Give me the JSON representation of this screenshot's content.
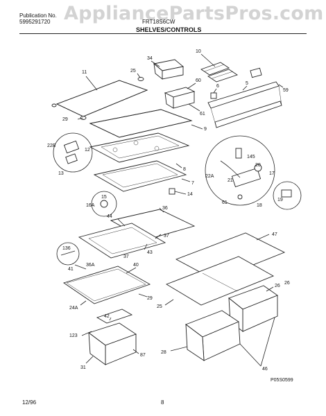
{
  "header": {
    "publication_label": "Publication No.",
    "publication_number": "5995291720",
    "model_code": "FRT18S6CW",
    "watermark": "AppliancePartsPros.com",
    "section_title": "SHELVES/CONTROLS"
  },
  "callouts": {
    "c1": "11",
    "c2": "25",
    "c3": "34",
    "c4": "10",
    "c5": "60",
    "c6": "6",
    "c7": "5",
    "c8": "59",
    "c9": "61",
    "c10": "29",
    "c11": "9",
    "c12": "22B",
    "c13": "12",
    "c14": "13",
    "c15": "8",
    "c16": "145",
    "c17": "22A",
    "c18": "20",
    "c19": "17",
    "c20": "21",
    "c21": "7",
    "c22": "14",
    "c23": "19",
    "c24": "18",
    "c25": "61",
    "c26": "15",
    "c27": "16A",
    "c28": "36",
    "c29": "44",
    "c30": "37",
    "c31": "43",
    "c32": "47",
    "c33": "136",
    "c34": "37",
    "c35": "36A",
    "c36": "40",
    "c37": "41",
    "c38": "26",
    "c39": "29",
    "c40": "25",
    "c41": "24A",
    "c42": "26",
    "c43": "42",
    "c44": "123",
    "c45": "28",
    "c46": "46",
    "c47": "31",
    "c48": "87"
  },
  "figure_code": "P05S0599",
  "footer": {
    "date": "12/96",
    "page": "8"
  }
}
